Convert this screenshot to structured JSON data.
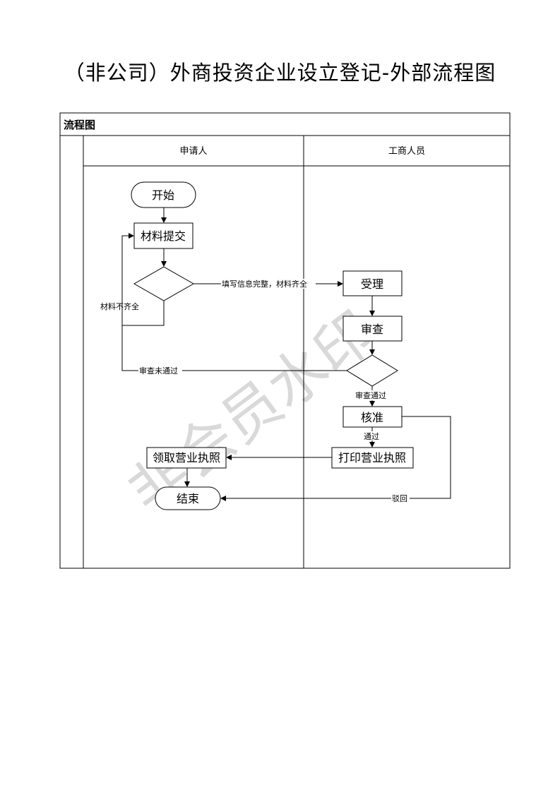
{
  "page": {
    "title": "（非公司）外商投资企业设立登记-外部流程图"
  },
  "table": {
    "header": "流程图",
    "lanes": [
      "申请人",
      "工商人员"
    ]
  },
  "nodes": {
    "start": "开始",
    "submit": "材料提交",
    "accept": "受理",
    "review": "审查",
    "approve": "核准",
    "print_license": "打印营业执照",
    "receive_license": "领取营业执照",
    "end": "结束"
  },
  "edges": {
    "complete": "填写信息完整，材料齐全",
    "incomplete": "材料不齐全",
    "review_fail": "审查未通过",
    "review_pass": "审查通过",
    "pass": "通过",
    "reject": "驳回"
  },
  "watermark": "非会员水印"
}
